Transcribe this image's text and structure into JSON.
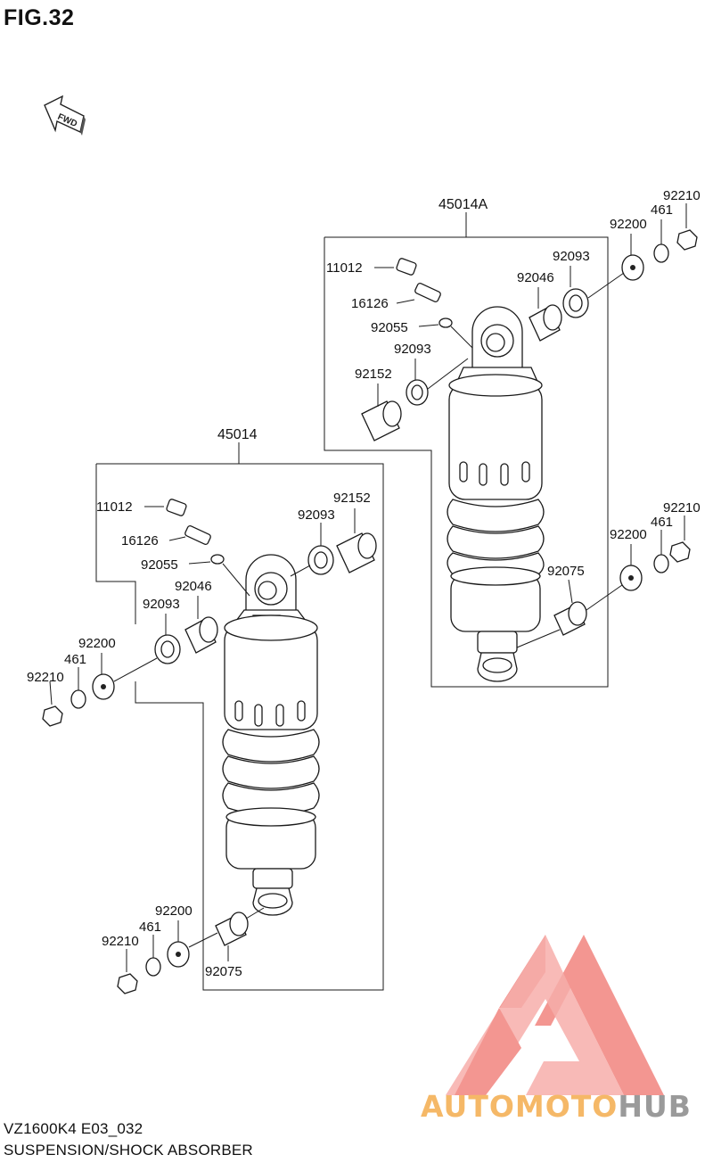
{
  "figure": {
    "title": "FIG.32",
    "model_code": "VZ1600K4 E03_032",
    "section_name": "SUSPENSION/SHOCK ABSORBER"
  },
  "direction_marker": {
    "label": "FWD",
    "icon": "fwd-arrow-icon"
  },
  "assemblies": [
    {
      "number": "45014A",
      "parts": [
        "11012",
        "16126",
        "92055",
        "92093",
        "92152",
        "92046",
        "92093",
        "92200",
        "461",
        "92210",
        "92200",
        "461",
        "92210",
        "92075"
      ]
    },
    {
      "number": "45014",
      "parts": [
        "11012",
        "16126",
        "92055",
        "92046",
        "92093",
        "92200",
        "461",
        "92210",
        "92093",
        "92152",
        "92200",
        "461",
        "92210",
        "92075"
      ]
    }
  ],
  "watermark": {
    "logo": "automotohub-triangle-logo",
    "text_part1": "AUTOMOTO",
    "text_part2": "HUB",
    "colors": {
      "logo": "#f28b86",
      "part1": "#f5b867",
      "part2": "#9a9a9a"
    }
  }
}
